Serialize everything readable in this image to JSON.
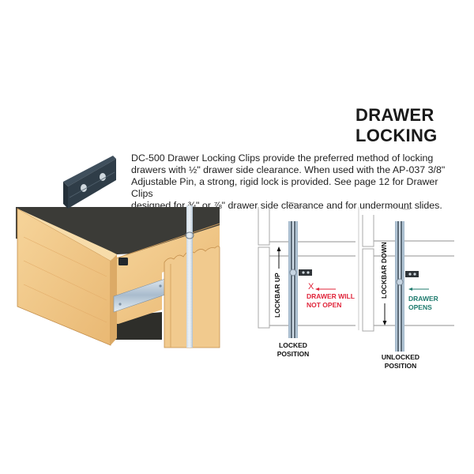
{
  "header": {
    "title_line1": "DRAWER",
    "title_line2": "LOCKING"
  },
  "description": {
    "lines": [
      "DC-500 Drawer Locking Clips provide the preferred method of locking",
      "drawers with ½\" drawer side clearance. When used with the AP-037 3/8\"",
      "Adjustable Pin, a strong, rigid lock is provided. See page 12 for Drawer Clips",
      "designed for ¾\" or ⅞\" drawer side clearance and for undermount slides."
    ]
  },
  "illustration": {
    "subject": "drawer-with-locking-clip-and-lockbar",
    "colors": {
      "wood": "#f1c98a",
      "wood_dark": "#d9a760",
      "drawer_bottom": "#3a3a36",
      "clip": "#2d3a44",
      "slide": "#b8c8d8"
    }
  },
  "diagram_locked": {
    "vertical_label": "LOCKBAR UP",
    "status_x": "X",
    "status_line1": "DRAWER WILL",
    "status_line2": "NOT OPEN",
    "caption_line1": "LOCKED",
    "caption_line2": "POSITION",
    "status_color": "#e0243a"
  },
  "diagram_unlocked": {
    "vertical_label": "LOCKBAR DOWN",
    "status_line1": "DRAWER",
    "status_line2": "OPENS",
    "caption_line1": "UNLOCKED",
    "caption_line2": "POSITION",
    "status_color": "#1f7b6e"
  }
}
